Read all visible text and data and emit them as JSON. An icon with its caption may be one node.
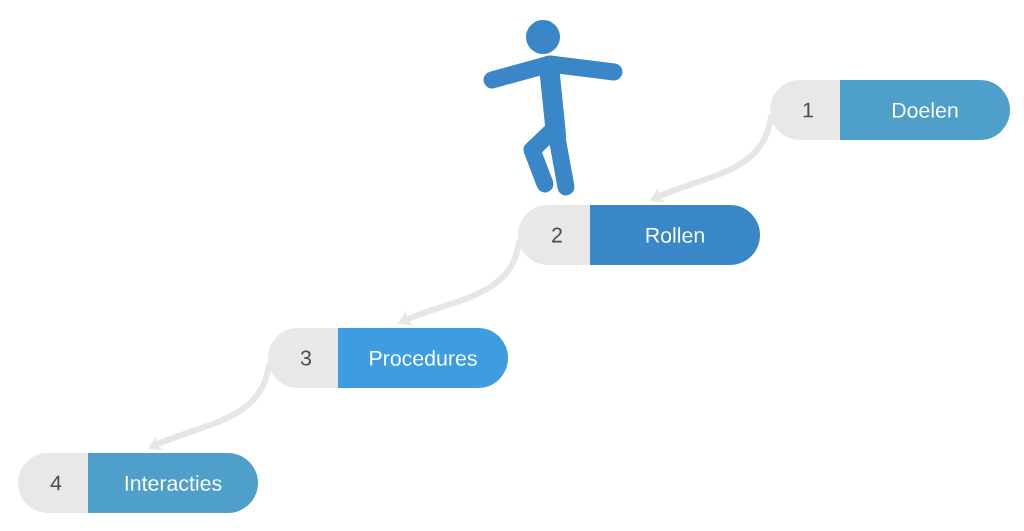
{
  "diagram": {
    "nodes": [
      {
        "text": [
          "1",
          "Doelen"
        ]
      },
      {
        "text": [
          "2",
          "Rollen"
        ]
      },
      {
        "text": [
          "3",
          "Procedures"
        ]
      },
      {
        "text": [
          "4",
          "Interacties"
        ]
      }
    ],
    "edges": [
      {
        "from": 0,
        "to": 1,
        "arrow": "to"
      },
      {
        "from": 1,
        "to": 2,
        "arrow": "to"
      },
      {
        "from": 2,
        "to": 3,
        "arrow": "to"
      }
    ]
  }
}
